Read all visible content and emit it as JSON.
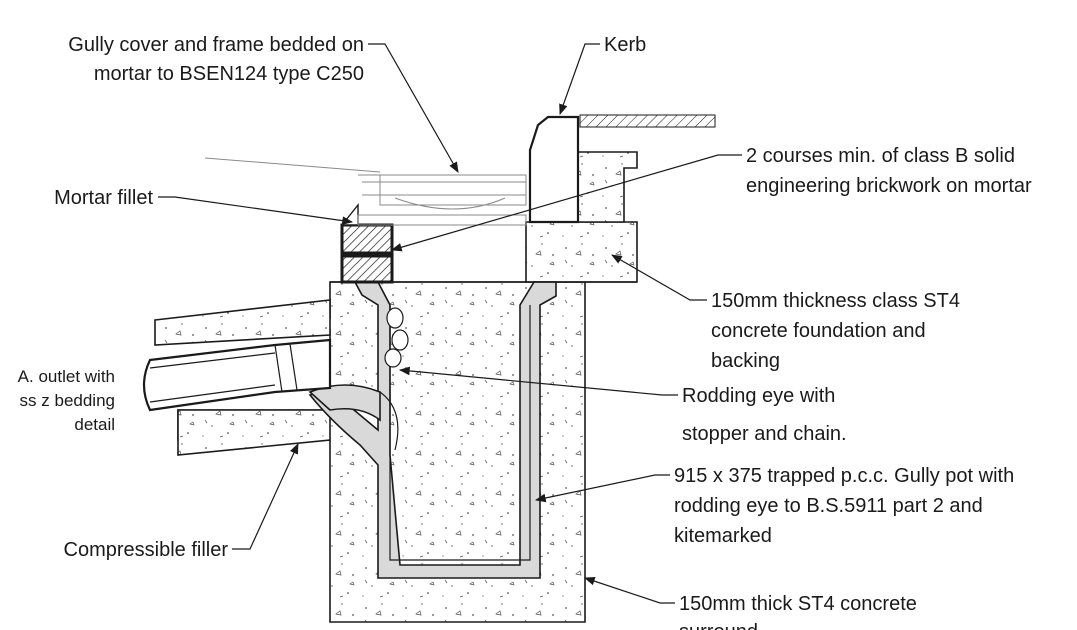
{
  "labels": {
    "gully_cover_l1": "Gully cover and frame bedded on",
    "gully_cover_l2": "mortar to BSEN124 type C250",
    "kerb": "Kerb",
    "brickwork_l1": "2 courses min. of class B solid",
    "brickwork_l2": "engineering brickwork on mortar",
    "mortar_fillet": "Mortar fillet",
    "foundation_l1": "150mm thickness class ST4",
    "foundation_l2": "concrete foundation and",
    "foundation_l3": "backing",
    "outlet_l1": "A. outlet with",
    "outlet_l2": "ss z bedding",
    "outlet_l3": "detail",
    "rodding_l1": "Rodding eye with",
    "rodding_l2": "stopper and chain.",
    "gully_pot_l1": "915 x 375 trapped p.c.c. Gully pot with",
    "gully_pot_l2": "rodding eye to B.S.5911 part 2 and",
    "gully_pot_l3": "kitemarked",
    "filler": "Compressible filler",
    "surround_l1": "150mm thick ST4 concrete",
    "surround_l2": "surround"
  },
  "colors": {
    "line": "#1a1a1a",
    "pot_fill": "#d9d9d9",
    "background": "#ffffff"
  }
}
